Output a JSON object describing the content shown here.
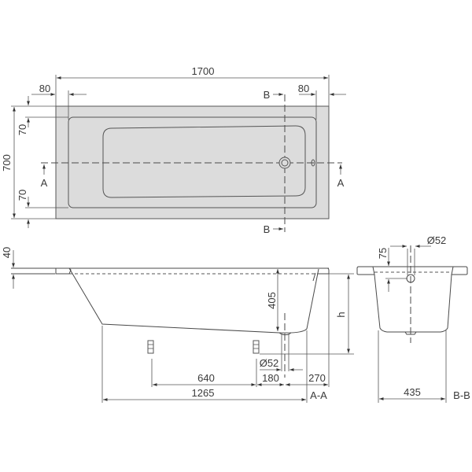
{
  "drawing": {
    "title": "Bathtub dimensional drawing",
    "colors": {
      "background": "#ffffff",
      "tub_fill": "#dcdcdc",
      "line": "#4a4a4a",
      "text": "#3a3a3a"
    },
    "top_view": {
      "length": "1700",
      "width": "700",
      "rim_left": "80",
      "rim_right": "80",
      "rim_top": "70",
      "rim_bottom": "70",
      "section_a_left": "A",
      "section_a_right": "A",
      "section_b_top": "B",
      "section_b_bottom": "B"
    },
    "section_a": {
      "label": "A-A",
      "rim_thickness": "40",
      "depth": "405",
      "height": "h",
      "waste_diameter": "Ø52",
      "foot_spacing": "640",
      "foot_to_waste": "180",
      "waste_to_end": "270",
      "base_length": "1265"
    },
    "section_b": {
      "label": "B-B",
      "overflow_offset": "75",
      "overflow_diameter": "Ø52",
      "base_width": "435"
    }
  }
}
